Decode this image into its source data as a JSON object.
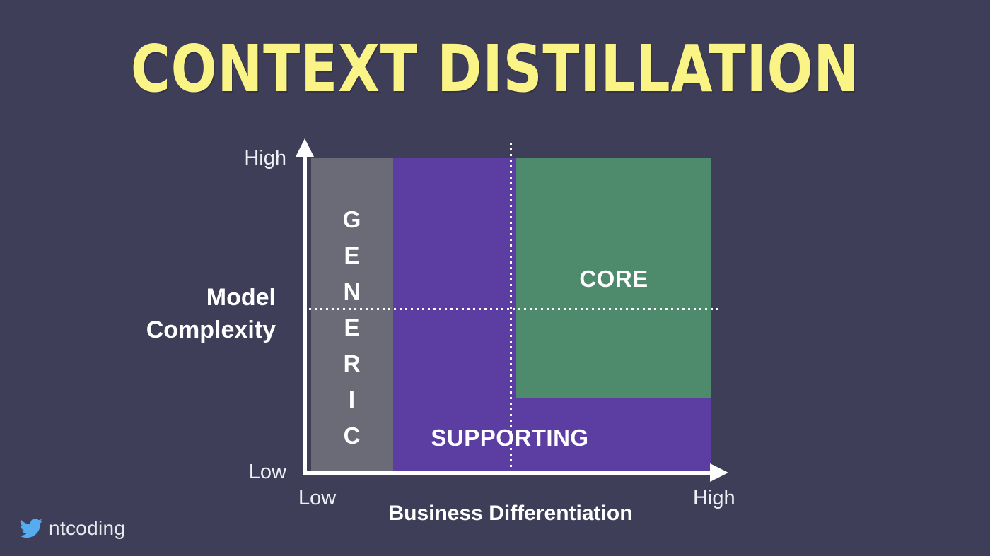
{
  "slide": {
    "title": "CONTEXT DISTILLATION",
    "background_color": "#3f3e58",
    "title_color": "#faf486"
  },
  "handle": {
    "icon": "twitter-bird-icon",
    "name": "ntcoding",
    "icon_color": "#55acee"
  },
  "chart_data": {
    "type": "scatter",
    "title": "CONTEXT DISTILLATION",
    "xlabel": "Business Differentiation",
    "ylabel": "Model Complexity",
    "x_ticks": [
      "Low",
      "High"
    ],
    "y_ticks": [
      "Low",
      "High"
    ],
    "xlim": [
      "Low",
      "High"
    ],
    "ylim": [
      "Low",
      "High"
    ],
    "grid": "dotted-midlines",
    "legend": "none",
    "regions": [
      {
        "name": "GENERIC",
        "label": "GENERIC",
        "color": "#6b6b78",
        "x_range": [
          "Low",
          "Low-Mid"
        ],
        "y_range": [
          "Low",
          "High"
        ],
        "orientation": "vertical-stacked"
      },
      {
        "name": "SUPPORTING",
        "label": "SUPPORTING",
        "color": "#5c3ea3",
        "x_range": [
          "Low-Mid",
          "High"
        ],
        "y_range": [
          "Low",
          "High"
        ],
        "orientation": "horizontal"
      },
      {
        "name": "CORE",
        "label": "CORE",
        "color": "#4e8b6d",
        "x_range": [
          "Mid",
          "High"
        ],
        "y_range": [
          "Mid-Low",
          "High"
        ],
        "orientation": "horizontal"
      }
    ]
  },
  "axes": {
    "y_title_line1": "Model",
    "y_title_line2": "Complexity",
    "y_high": "High",
    "y_low": "Low",
    "x_title": "Business Differentiation",
    "x_low": "Low",
    "x_high": "High"
  },
  "labels": {
    "generic_letters": [
      "G",
      "E",
      "N",
      "E",
      "R",
      "I",
      "C"
    ],
    "core": "CORE",
    "supporting": "SUPPORTING"
  },
  "colors": {
    "background": "#3f3e58",
    "title": "#faf486",
    "generic": "#6b6b78",
    "supporting": "#5c3ea3",
    "core": "#4e8b6d",
    "axis": "#ffffff",
    "text": "#ffffff"
  }
}
